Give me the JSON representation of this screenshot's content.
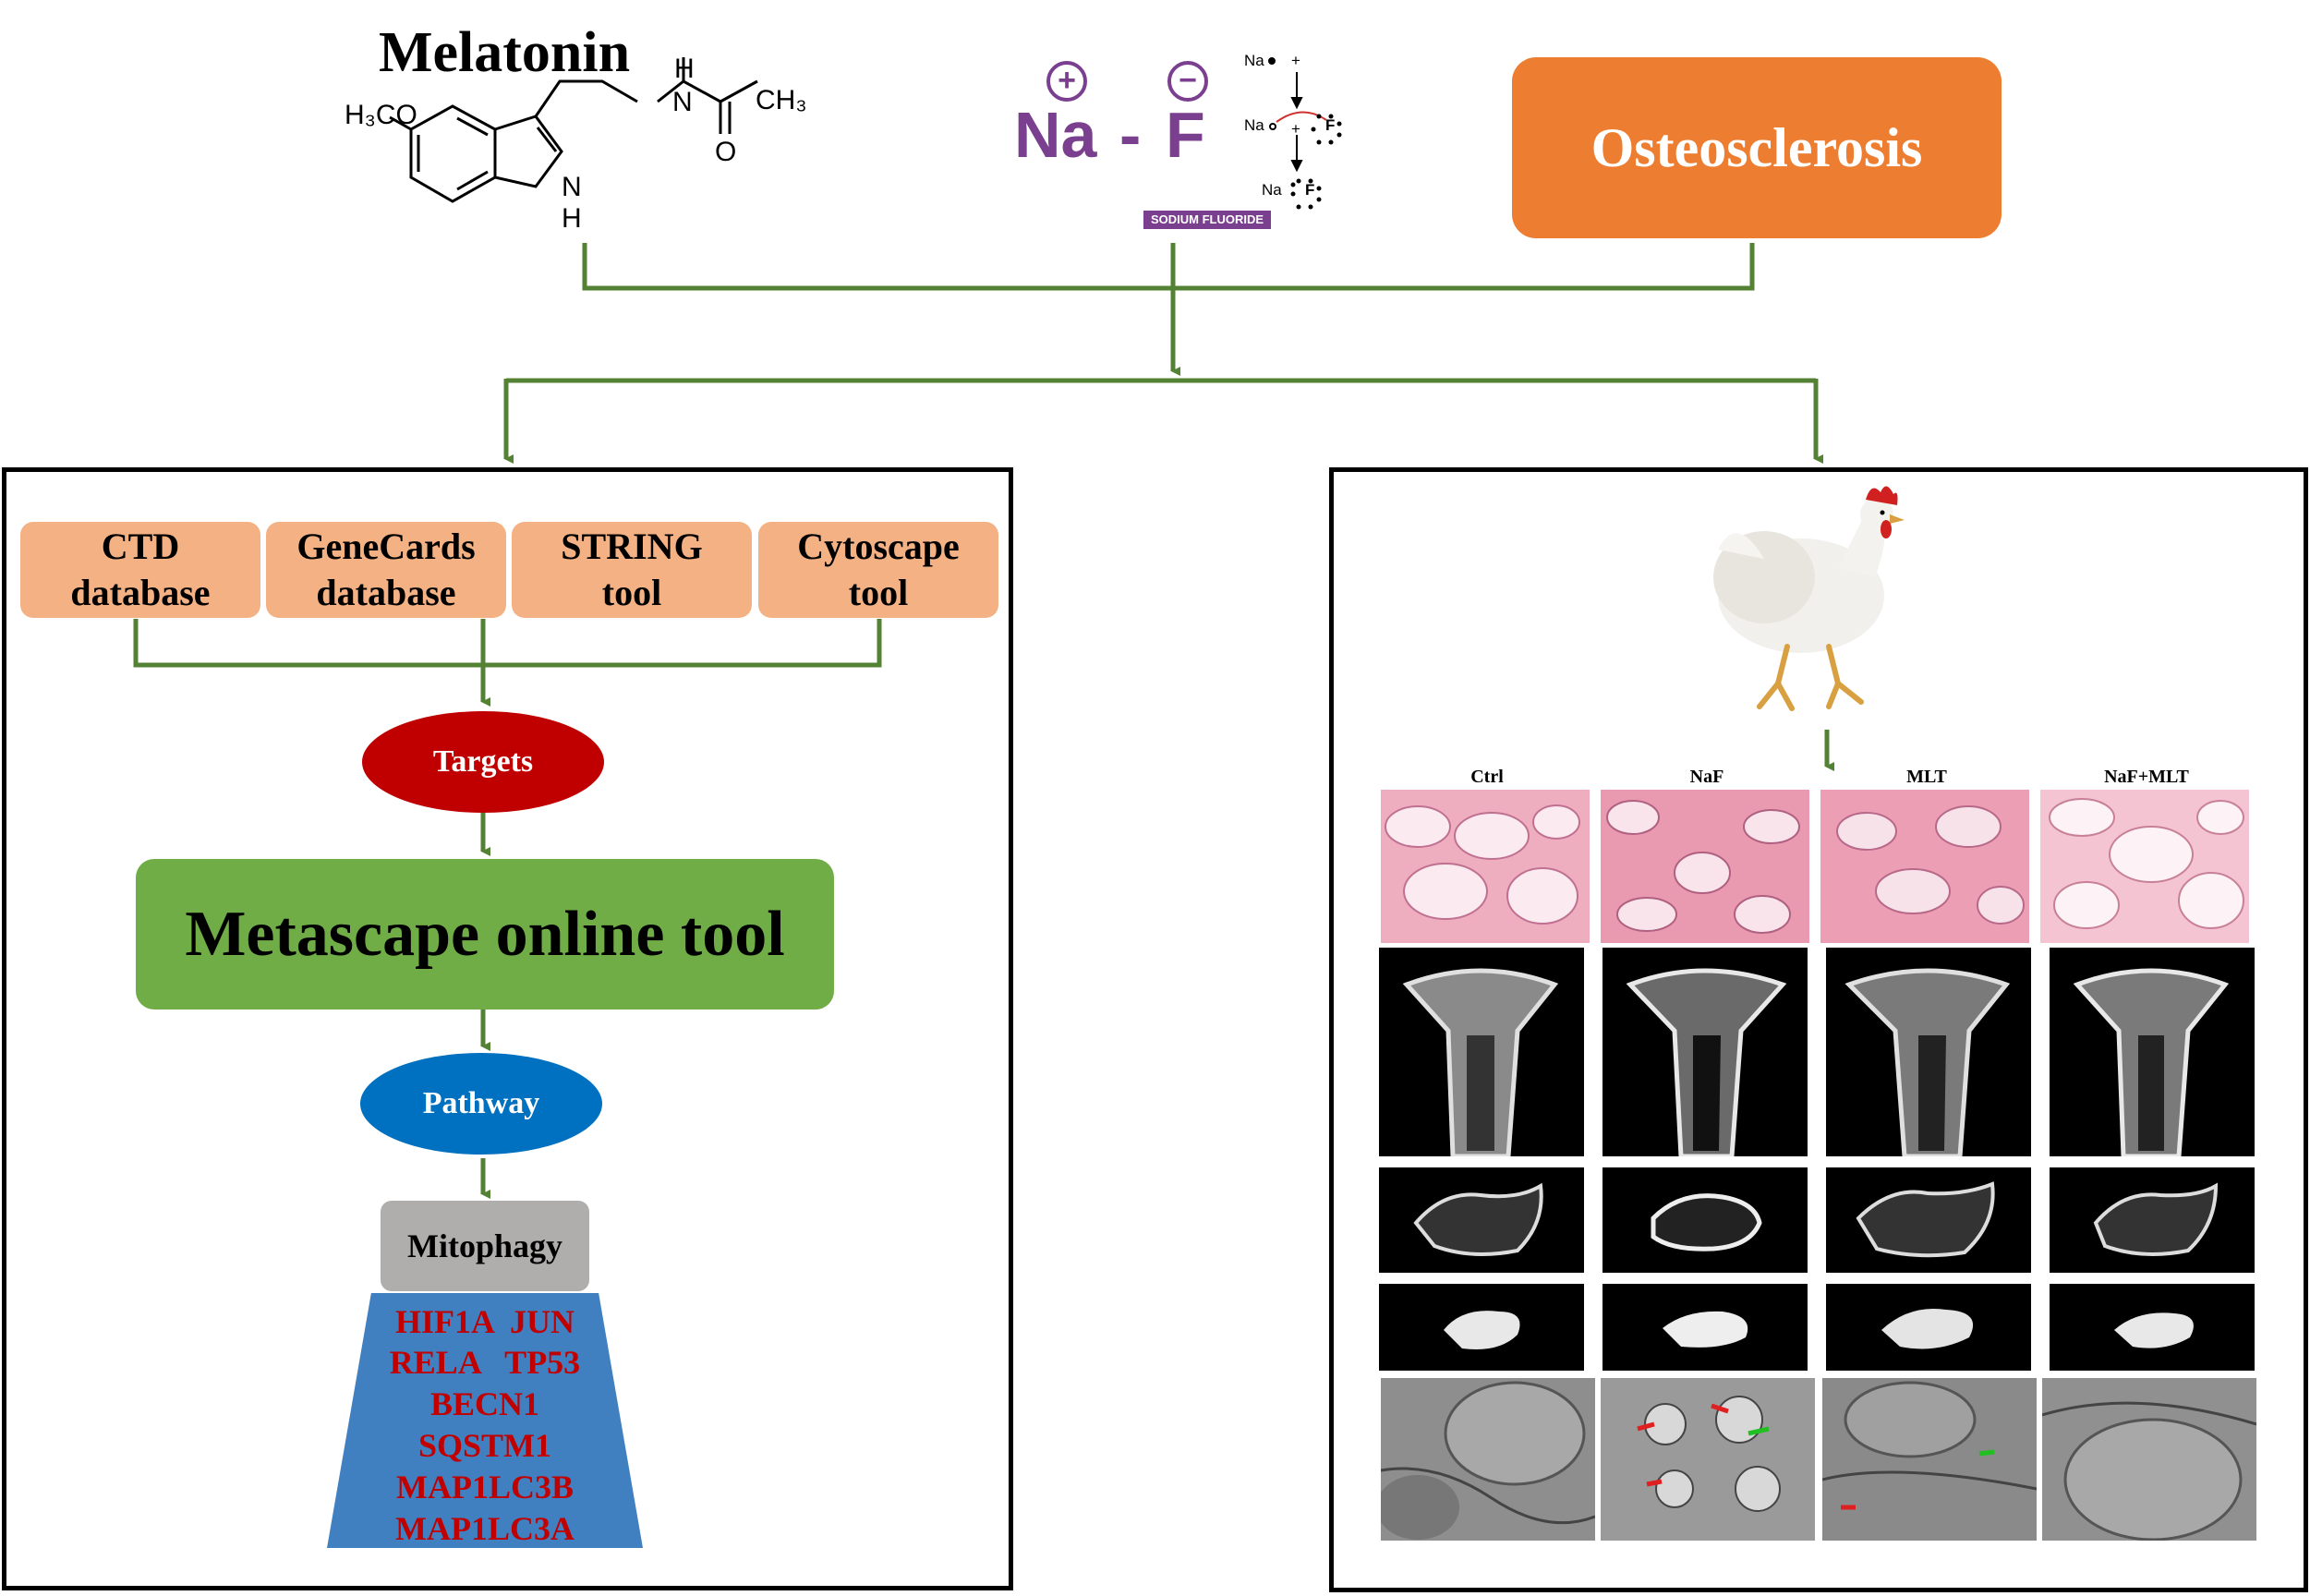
{
  "melatonin": {
    "title": "Melatonin",
    "atoms": {
      "methoxy": "H₃CO",
      "nh": "N",
      "nh_h": "H",
      "ring_n": "N",
      "ring_h": "H",
      "ch3": "CH₃",
      "o": "O"
    }
  },
  "naf": {
    "na": "Na",
    "dash": "-",
    "f": "F",
    "plus": "+",
    "minus": "−",
    "caption": "SODIUM FLUORIDE",
    "scheme": {
      "row1_na": "Na",
      "row2_na": "Na",
      "row3_na": "Na",
      "plus": "+",
      "f": "F"
    }
  },
  "osteosclerosis": {
    "label": "Osteosclerosis"
  },
  "left_panel": {
    "databases": [
      {
        "line1": "CTD",
        "line2": "database"
      },
      {
        "line1": "GeneCards",
        "line2": "database"
      },
      {
        "line1": "STRING",
        "line2": "tool"
      },
      {
        "line1": "Cytoscape",
        "line2": "tool"
      }
    ],
    "targets": "Targets",
    "metascape": "Metascape online tool",
    "pathway": "Pathway",
    "mitophagy": "Mitophagy",
    "genes": [
      "HIF1A  JUN",
      "RELA   TP53",
      "BECN1",
      "SQSTM1",
      "MAP1LC3B",
      "MAP1LC3A"
    ]
  },
  "right_panel": {
    "groups": [
      "Ctrl",
      "NaF",
      "MLT",
      "NaF+MLT"
    ]
  },
  "colors": {
    "arrow": "#548235",
    "db_box": "#f4b183",
    "targets": "#c00000",
    "metascape": "#70ad47",
    "pathway": "#0070c0",
    "mitophagy": "#b0adad",
    "trapezoid": "#4080c0",
    "osteo": "#ed7d31",
    "naf_purple": "#7b3f8f"
  }
}
